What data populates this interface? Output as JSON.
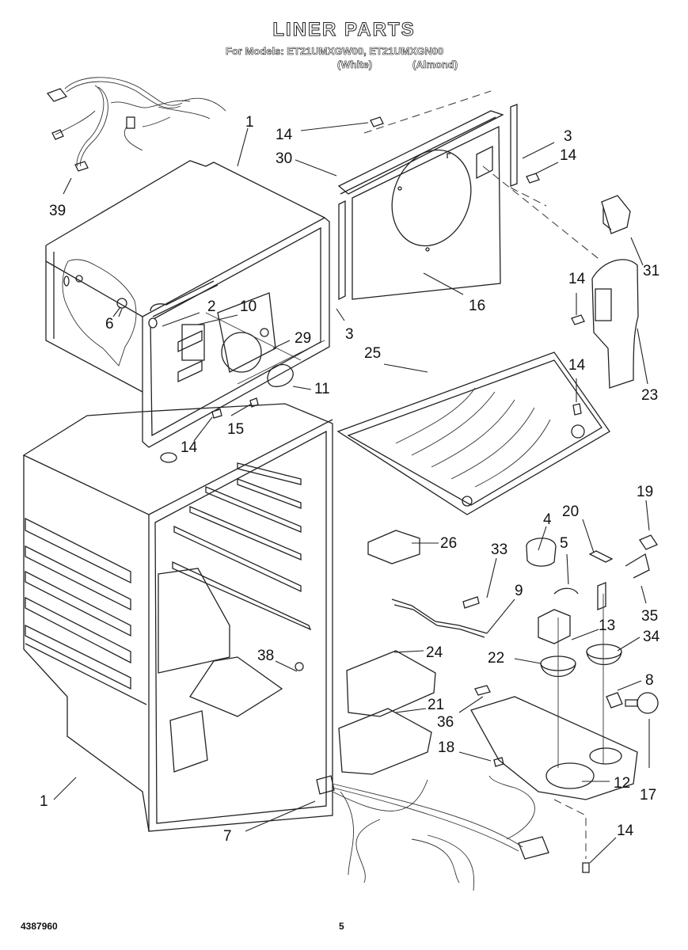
{
  "header": {
    "title": "LINER PARTS",
    "models_line": "For Models: ET21UMXGW00, ET21UMXGN00",
    "variants": [
      "(White)",
      "(Almond)"
    ]
  },
  "footer": {
    "document_number": "4387960",
    "page_number": "5"
  },
  "callouts": [
    {
      "id": "c1a",
      "label": "1",
      "part": "freezer-liner"
    },
    {
      "id": "c39",
      "label": "39",
      "part": "wiring-harness-upper"
    },
    {
      "id": "c14a",
      "label": "14",
      "part": "screw"
    },
    {
      "id": "c30",
      "label": "30",
      "part": "air-duct-top"
    },
    {
      "id": "c3a",
      "label": "3",
      "part": "gasket-strip-right"
    },
    {
      "id": "c14b",
      "label": "14",
      "part": "screw"
    },
    {
      "id": "c31",
      "label": "31",
      "part": "control-knob-cover"
    },
    {
      "id": "c14c",
      "label": "14",
      "part": "screw"
    },
    {
      "id": "c23",
      "label": "23",
      "part": "control-housing"
    },
    {
      "id": "c16",
      "label": "16",
      "part": "evaporator-cover"
    },
    {
      "id": "c3b",
      "label": "3",
      "part": "gasket-strip-left"
    },
    {
      "id": "c2",
      "label": "2",
      "part": "damper-grommet"
    },
    {
      "id": "c10",
      "label": "10",
      "part": "fan-motor"
    },
    {
      "id": "c29",
      "label": "29",
      "part": "fan-bracket"
    },
    {
      "id": "c6",
      "label": "6",
      "part": "grommet"
    },
    {
      "id": "c11",
      "label": "11",
      "part": "fan-blade"
    },
    {
      "id": "c15",
      "label": "15",
      "part": "screw"
    },
    {
      "id": "c14d",
      "label": "14",
      "part": "screw"
    },
    {
      "id": "c25",
      "label": "25",
      "part": "freezer-shelf"
    },
    {
      "id": "c14e",
      "label": "14",
      "part": "screw"
    },
    {
      "id": "c23b",
      "label": "23",
      "part": "control-housing"
    },
    {
      "id": "c19",
      "label": "19",
      "part": "knob"
    },
    {
      "id": "c20",
      "label": "20",
      "part": "damper-control"
    },
    {
      "id": "c4",
      "label": "4",
      "part": "control-unit"
    },
    {
      "id": "c5",
      "label": "5",
      "part": "clip"
    },
    {
      "id": "c26",
      "label": "26",
      "part": "light-switch"
    },
    {
      "id": "c33",
      "label": "33",
      "part": "bracket"
    },
    {
      "id": "c9",
      "label": "9",
      "part": "actuator-rod"
    },
    {
      "id": "c13",
      "label": "13",
      "part": "thermostat"
    },
    {
      "id": "c35",
      "label": "35",
      "part": "lever"
    },
    {
      "id": "c34",
      "label": "34",
      "part": "knob"
    },
    {
      "id": "c22",
      "label": "22",
      "part": "knob"
    },
    {
      "id": "c24",
      "label": "24",
      "part": "crisper-cover-upper"
    },
    {
      "id": "c38",
      "label": "38",
      "part": "plug"
    },
    {
      "id": "c8",
      "label": "8",
      "part": "socket"
    },
    {
      "id": "c21",
      "label": "21",
      "part": "crisper-cover-lower"
    },
    {
      "id": "c36",
      "label": "36",
      "part": "label"
    },
    {
      "id": "c18",
      "label": "18",
      "part": "bulb-small"
    },
    {
      "id": "c12",
      "label": "12",
      "part": "control-housing-lower"
    },
    {
      "id": "c17",
      "label": "17",
      "part": "light-bulb"
    },
    {
      "id": "c1b",
      "label": "1",
      "part": "fresh-food-liner"
    },
    {
      "id": "c7",
      "label": "7",
      "part": "wiring-harness-lower"
    },
    {
      "id": "c14f",
      "label": "14",
      "part": "screw"
    }
  ]
}
